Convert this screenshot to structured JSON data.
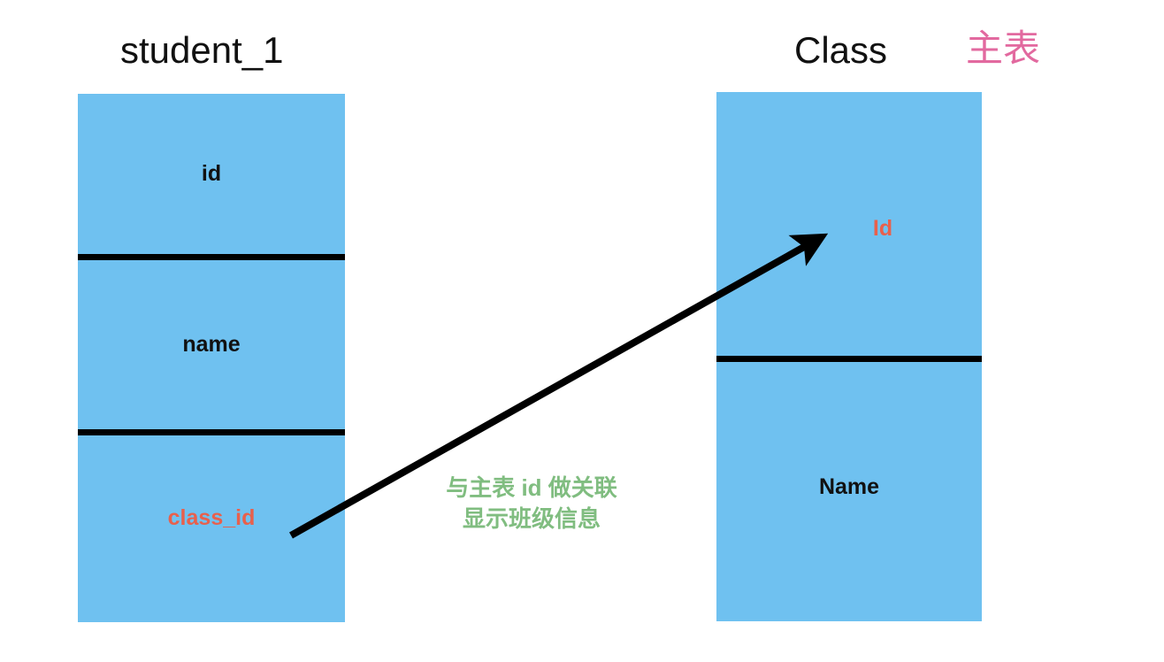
{
  "diagram": {
    "kind": "database-relation-diagram",
    "colors": {
      "table_fill": "#6FC1F0",
      "divider": "#000000",
      "key_text": "#E8604C",
      "note_text": "#80BD80",
      "tag_text": "#E2699F",
      "field_text": "#111111",
      "arrow": "#000000",
      "background": "#FFFFFF"
    }
  },
  "tables": [
    {
      "id": "student",
      "title": "student_1",
      "title_color": "#111111",
      "fields": [
        {
          "label": "id",
          "role": "primary-key",
          "color": "#111111"
        },
        {
          "label": "name",
          "role": "attribute",
          "color": "#111111"
        },
        {
          "label": "class_id",
          "role": "foreign-key",
          "color": "#E8604C"
        }
      ]
    },
    {
      "id": "class",
      "title": "Class",
      "title_color": "#111111",
      "tag": "主表",
      "tag_color": "#E2699F",
      "fields": [
        {
          "label": "Id",
          "role": "primary-key",
          "color": "#E8604C"
        },
        {
          "label": "Name",
          "role": "attribute",
          "color": "#111111"
        }
      ]
    }
  ],
  "relation": {
    "from_field": "class_id",
    "to_field": "Id",
    "direction": "student_1.class_id -> Class.Id",
    "annotation": "与主表 id 做关联\n显示班级信息",
    "annotation_line_1": "与主表 id 做关联",
    "annotation_line_2": "显示班级信息"
  }
}
